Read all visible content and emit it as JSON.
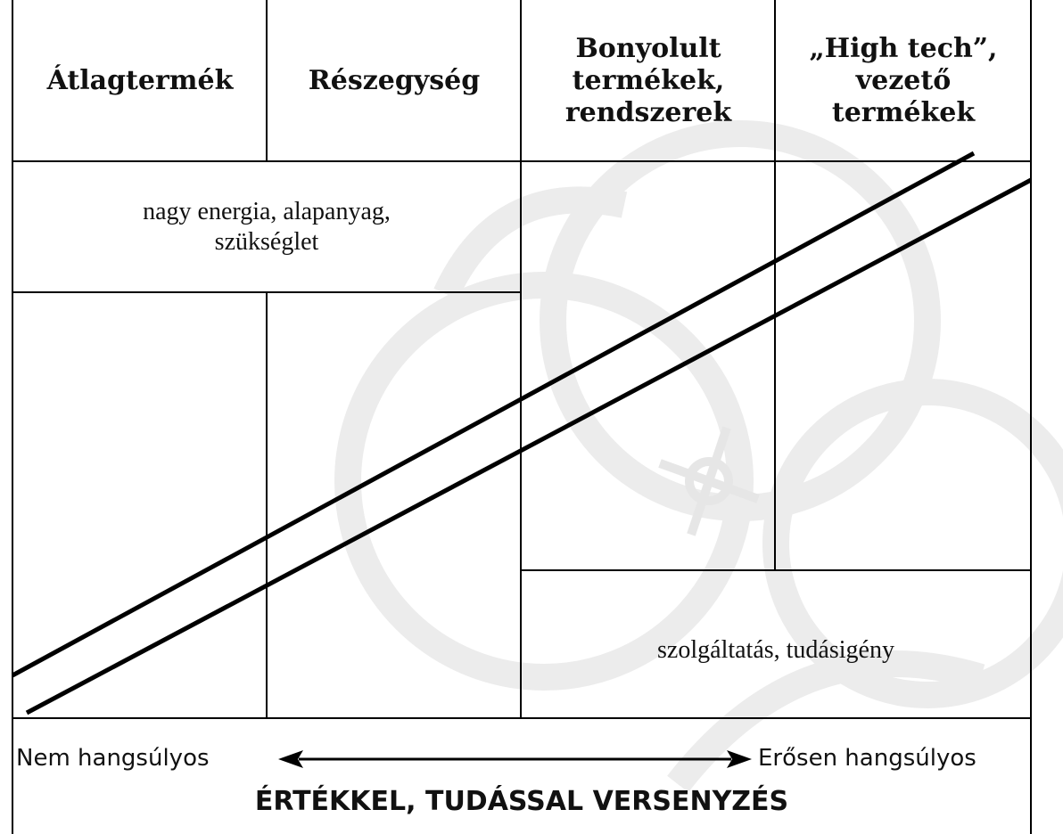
{
  "headers": [
    {
      "id": "atlagtermek",
      "label": "Átlagtermék"
    },
    {
      "id": "reszegyseg",
      "label": "Részegység"
    },
    {
      "id": "bonyolult",
      "label": "Bonyolult\ntermékek,\nrendszerek"
    },
    {
      "id": "hightech",
      "label": "„High tech”,\nvezető\ntermékek"
    }
  ],
  "regions": {
    "upper_left": "nagy energia, alapanyag,\nszükséglet",
    "lower_right": "szolgáltatás, tudásigény"
  },
  "footer": {
    "left_label": "Nem hangsúlyos",
    "right_label": "Erősen hangsúlyos",
    "title": "ÉRTÉKKEL, TUDÁSSAL VERSENYZÉS"
  },
  "colors": {
    "line": "#000000",
    "watermark": "#ececec"
  }
}
